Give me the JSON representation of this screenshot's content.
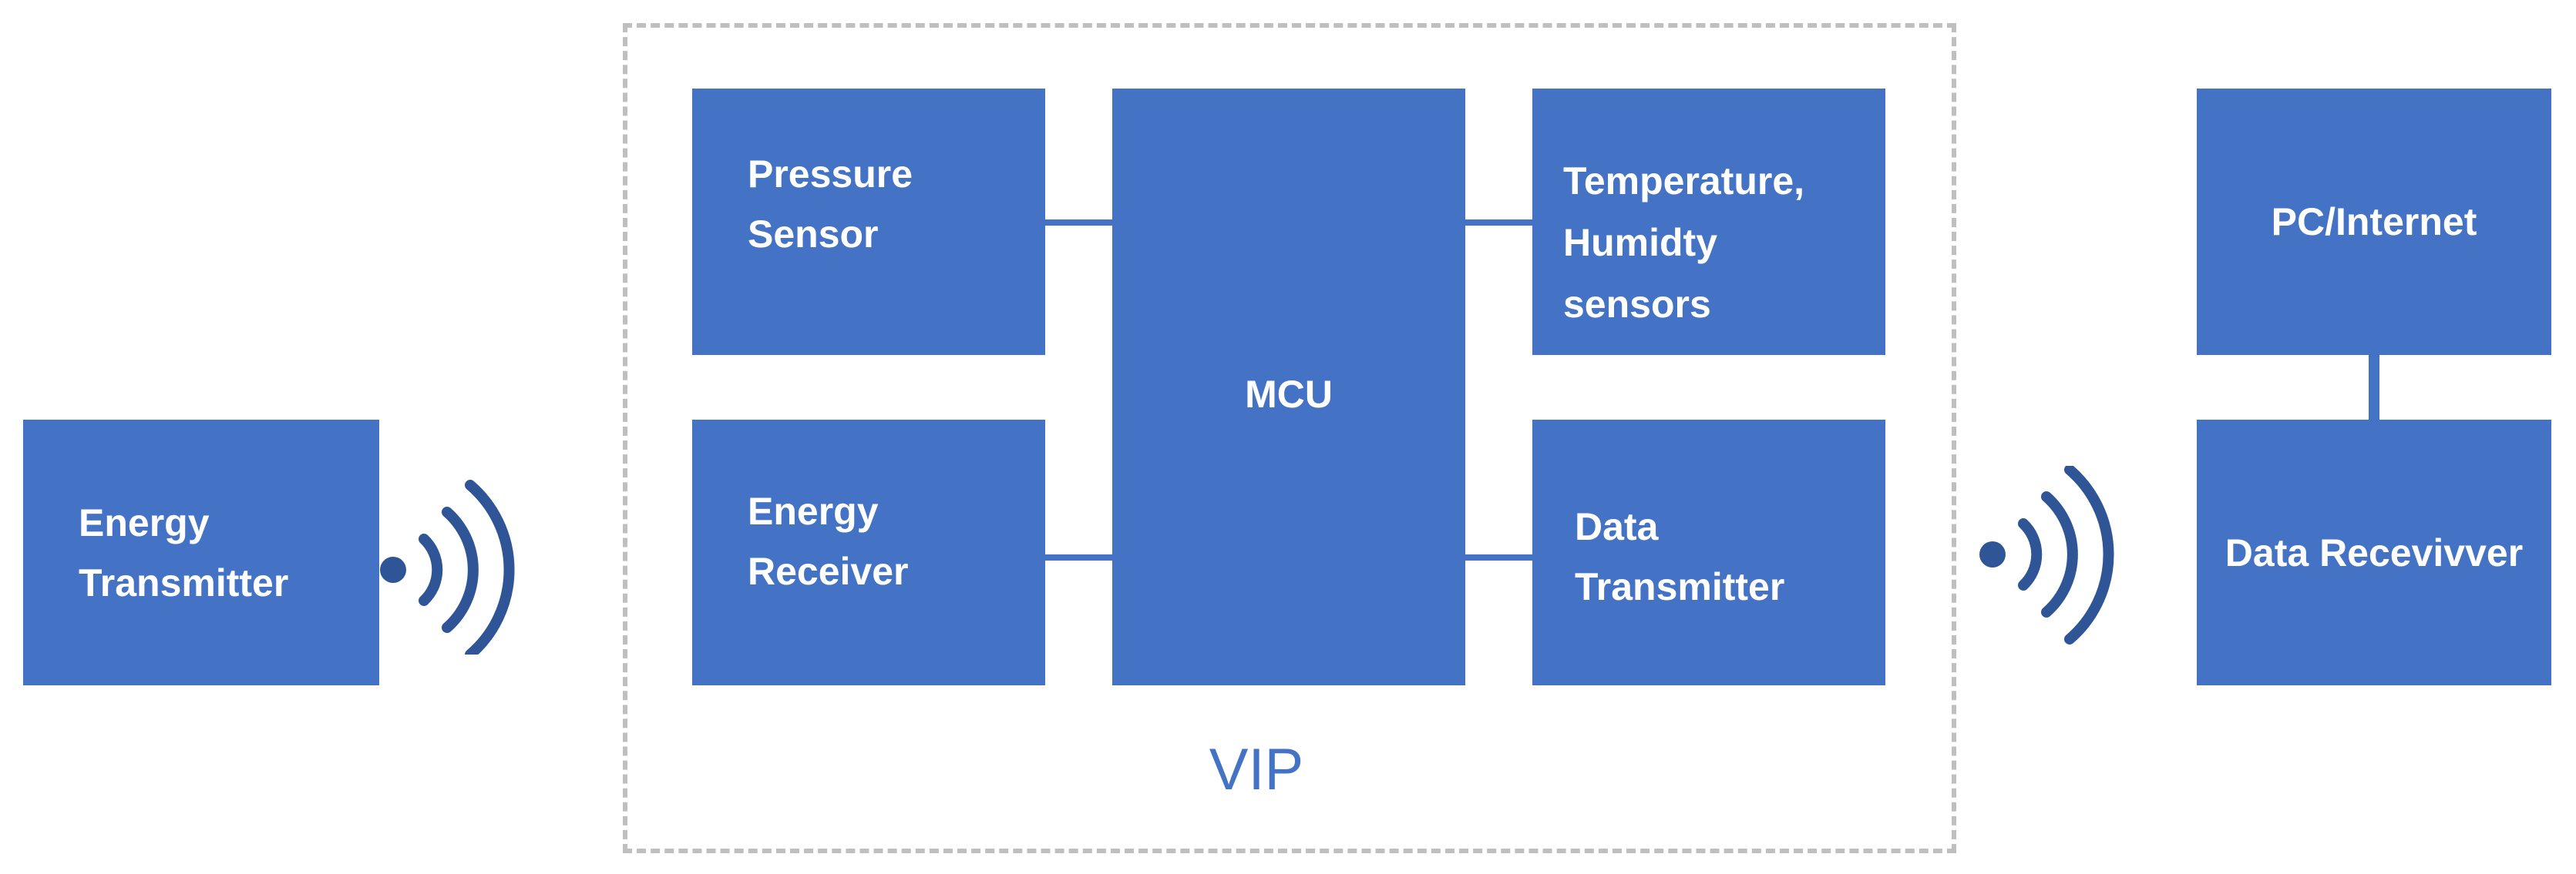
{
  "diagram": {
    "colors": {
      "block_fill": "#4472c4",
      "block_text": "#ffffff",
      "dashed_border": "#bfbfbf",
      "vip_label": "#4472c4",
      "wave_icon": "#2f5597"
    },
    "blocks": {
      "energy_transmitter": "Energy\nTransmitter",
      "pressure_sensor": "Pressure\nSensor",
      "energy_receiver": "Energy\nReceiver",
      "mcu": "MCU",
      "temp_humidity_sensors": "Temperature,\nHumidty\nsensors",
      "data_transmitter": "Data\nTransmitter",
      "pc_internet": "PC/Internet",
      "data_receiver": "Data Recevivver"
    },
    "group_label": "VIP",
    "icons": {
      "left_wireless": "wireless-signal-icon",
      "right_wireless": "wireless-signal-icon"
    }
  }
}
